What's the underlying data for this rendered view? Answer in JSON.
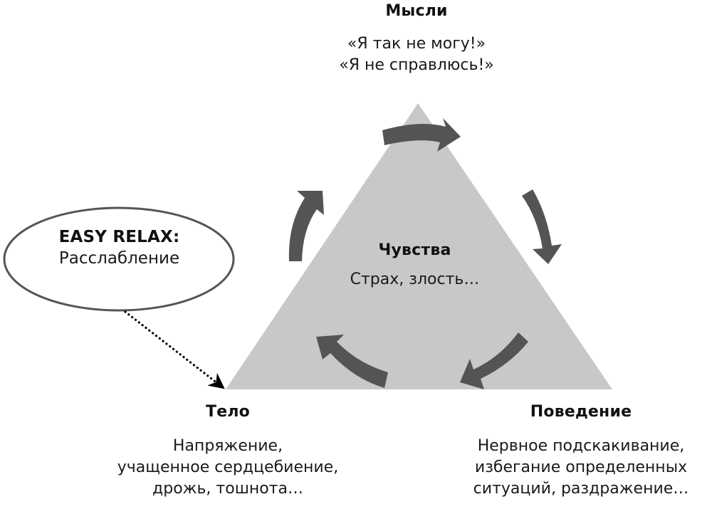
{
  "colors": {
    "triangle_fill": "#c8c8c8",
    "arrow_fill": "#545454",
    "ellipse_stroke": "#555555",
    "text": "#111111",
    "connector": "#000000"
  },
  "nodes": {
    "thoughts": {
      "title": "Мысли",
      "lines": [
        "«Я так не могу!»",
        "«Я не справлюсь!»"
      ]
    },
    "feelings": {
      "title": "Чувства",
      "lines": [
        "Страх, злость…"
      ]
    },
    "body": {
      "title": "Тело",
      "lines": [
        "Напряжение,",
        "учащенное сердцебиение,",
        "дрожь, тошнота…"
      ]
    },
    "behavior": {
      "title": "Поведение",
      "lines": [
        "Нервное подскакивание,",
        "избегание определенных",
        "ситуаций, раздражение…"
      ]
    }
  },
  "intervention": {
    "title": "EASY RELAX:",
    "subtitle": "Расслабление",
    "target": "Тело"
  },
  "cycle": {
    "direction": "clockwise",
    "arrows": [
      {
        "from": "Тело",
        "to": "Мысли",
        "icon": "curved-arrow-up-icon"
      },
      {
        "from": "Мысли",
        "to": "Поведение",
        "icon": "curved-arrow-right-icon"
      },
      {
        "from": "Мысли",
        "to": "Поведение",
        "icon": "curved-arrow-down-icon"
      },
      {
        "from": "Поведение",
        "to": "Тело",
        "icon": "curved-arrow-down-left-icon"
      },
      {
        "from": "Поведение",
        "to": "Тело",
        "icon": "curved-arrow-up-left-icon"
      }
    ]
  }
}
